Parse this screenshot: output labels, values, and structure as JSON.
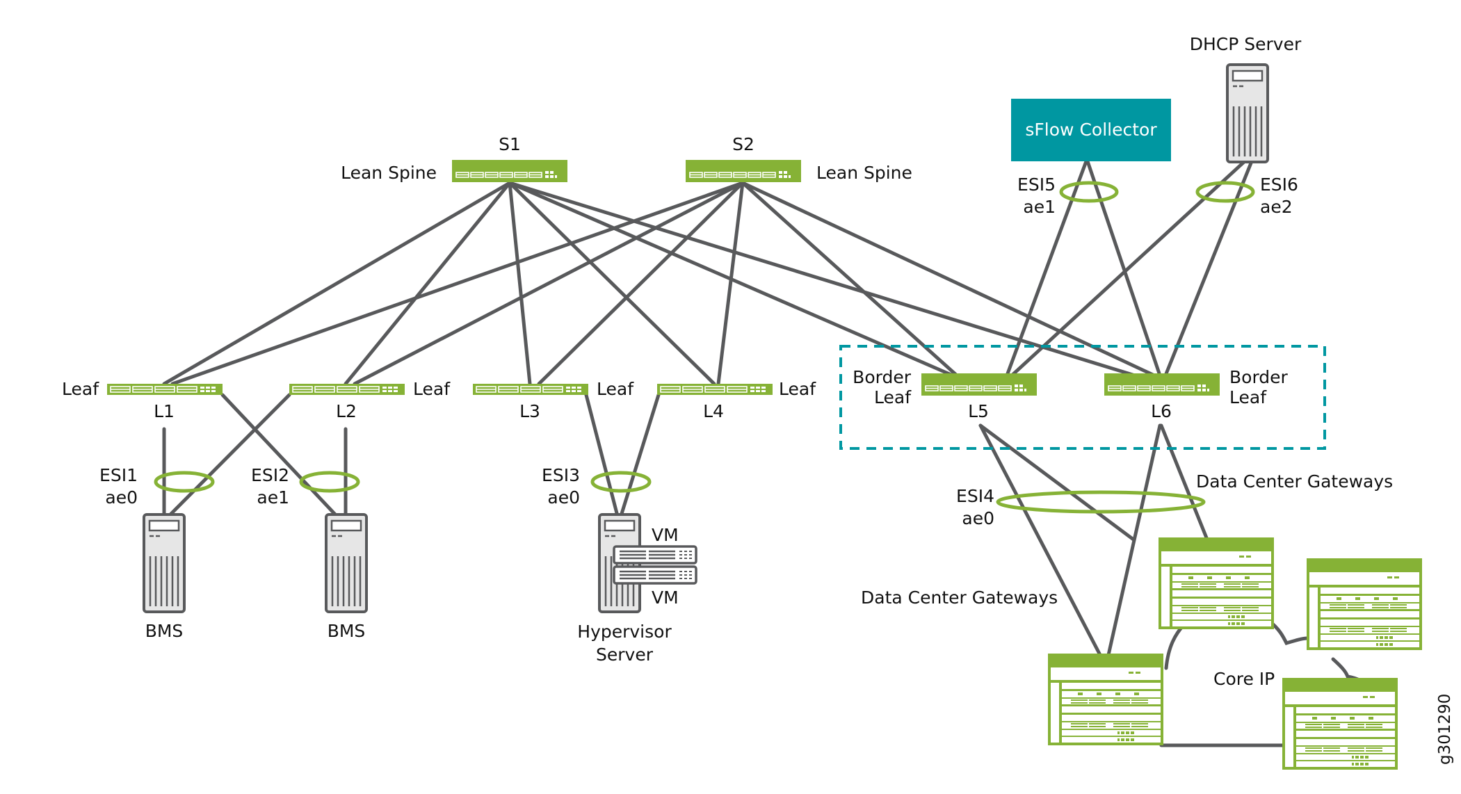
{
  "diagram": {
    "spines": [
      {
        "id": "S1",
        "role": "Lean Spine"
      },
      {
        "id": "S2",
        "role": "Lean Spine"
      }
    ],
    "leaves": [
      {
        "id": "L1",
        "role": "Leaf"
      },
      {
        "id": "L2",
        "role": "Leaf"
      },
      {
        "id": "L3",
        "role": "Leaf"
      },
      {
        "id": "L4",
        "role": "Leaf"
      },
      {
        "id": "L5",
        "role_line1": "Border",
        "role_line2": "Leaf"
      },
      {
        "id": "L6",
        "role_line1": "Border",
        "role_line2": "Leaf"
      }
    ],
    "esis": [
      {
        "id": "ESI1",
        "ae": "ae0"
      },
      {
        "id": "ESI2",
        "ae": "ae1"
      },
      {
        "id": "ESI3",
        "ae": "ae0"
      },
      {
        "id": "ESI4",
        "ae": "ae0"
      },
      {
        "id": "ESI5",
        "ae": "ae1"
      },
      {
        "id": "ESI6",
        "ae": "ae2"
      }
    ],
    "hosts": {
      "bms1": "BMS",
      "bms2": "BMS",
      "hypervisor_line1": "Hypervisor",
      "hypervisor_line2": "Server",
      "vm1": "VM",
      "vm2": "VM",
      "dhcp": "DHCP Server",
      "sflow": "sFlow Collector"
    },
    "gateways": {
      "label_upper": "Data Center Gateways",
      "label_lower": "Data Center Gateways",
      "core": "Core IP"
    },
    "figure_id": "g301290",
    "colors": {
      "device_green": "#86b236",
      "accent_teal": "#0097a1",
      "link_gray": "#58595b"
    }
  }
}
